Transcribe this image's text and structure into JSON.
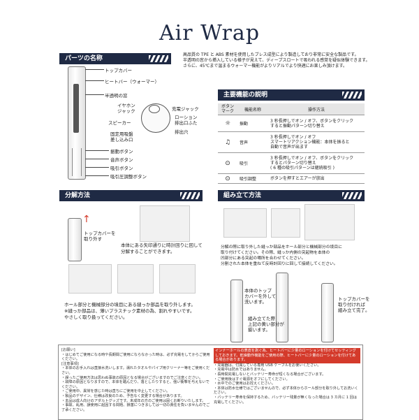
{
  "title": "Air Wrap",
  "intro": [
    "高品質の TPE と ABS 素材を使用したブレス成型により製造しており非常に安全な製品です。",
    "半透明の窓から挿入している様子が見えて、ディープスロートで吸われる感覚を疑似体験できます。",
    "さらに、45℃まで温まるウォーマー機能がよりリアルでより快適にお楽しみ頂けます。"
  ],
  "sections": {
    "parts": "パーツの名称",
    "functions": "主要機能の説明",
    "disassembly": "分解方法",
    "assembly": "組み立て方法"
  },
  "parts_labels": {
    "top_cover": "トップカバー",
    "heater": "ヒートバー（ウォーマー）",
    "window": "半透明の窓",
    "earphone": "イヤホン\nジャック",
    "speaker": "スピーカー",
    "suction_cup": "固定用吸盤\n差し込み口",
    "vibration_button": "振動ボタン",
    "sound_button": "音声ボタン",
    "suction_button": "吸引ボタン",
    "suction_adjust": "吸引圧調整ボタン",
    "charge_jack": "充電ジャック",
    "lotion": "ローション\n排出口ふた",
    "exhaust": "排出穴"
  },
  "functions_table": {
    "headers": [
      "ボタン\nマーク",
      "機能名称",
      "操作方法"
    ],
    "rows": [
      {
        "icon": "☼",
        "name": "振動",
        "desc": "3 秒長押しでオン / オフ、ボタンをクリック\nすると振動パターン切り替え"
      },
      {
        "icon": "♫",
        "name": "音声",
        "desc": "3 秒長押しでオン / オフ\nスマートリアクション機能：本体を振ると\n自動で音声が出ます"
      },
      {
        "icon": "⊙",
        "name": "吸引",
        "desc": "3 秒長押しでオン / オフ、ボタンをクリック\nするとパターン切り替え\n( 6 種の吸引パターンは継続吸引 )"
      },
      {
        "icon": "⊙",
        "name": "吸引調整",
        "desc": "ボタンを押すとエアーが放出"
      }
    ]
  },
  "disassembly": {
    "step1_label": "トップカバーを\n取り外す",
    "step1_text": "本体にある矢印通りに時計回りに回して\n分解することができます。",
    "step2_text": "ホール部分と機械部分の境目にある縫っか部品を取り外します。\n※縫っか部品は、薄いプラスチック素材の為、割れやすいです。\nやさしく取り扱ってください。"
  },
  "assembly": {
    "step1_text": "分解の際に取り外した縫っか部品をホール部分と機械部分の境目に\n取り付けてください。その際、縫っか内側の突起物を本体の\n凹部分にある突起の場所を合わせてください。\n分割された本体を重ねて反時計回りに回して接続してください。",
    "step2_label": "本体のトップ\nカバーを外して\n洗います。",
    "step3_label": "組み立てた際\n上記の黄い部分が\n揃います。",
    "step4_label": "トップカバーを\n取り付ければ\n組み立て完了。"
  },
  "notes": {
    "heading": "[お願い]",
    "line1": "・はじめてご使用になる時や長期間ご使用にならなかった時は、必ず充電をしてからご使用ください。",
    "caution_heading": "[注意事項]",
    "left": [
      "・本体のお手入れは直接水洗いします。濡れたタオルやパイプ用クリーナー等をご使用ください。",
      "・誤ったご使用方法は思わぬ事故の原因となる場合がございますのでご注意ください。",
      "・故障の原因となりますので、本体を踏んだり、落としたりすると、強い衝撃を与えないでください。",
      "・ご使用中、異常を感じた時は直ちにご使用を中止してください。",
      "・製品のデザイン、仕様は改良のため、予告なく変更する場合があります。",
      "・本品は成人向けのアダルトグッズです。未成年の方のご使用は固くお断りいたします。",
      "・事故、乱用、誤使用に起因する問題、損害につきましては一切の責任を負いませんのでご了承ください。"
    ],
    "warn": "インナーホールの表皮を剥ぐ為、ヒートバーに少量のローションを付けてセッティングしておきます。乾燥動作機能をご使用の際、ヒートバーに少量のローションを付けてある場合があります。",
    "right": [
      "・充電器は、付属している専用 USB ケーブルをお使いください。",
      "・充電中は防水ではありません。",
      "・長時間充電しないとバッテリー寿命が短くなる場合がございます。",
      "・ご使用後はすぐ電源をオフにしてください。",
      "・水中でのご使用はお控えください。",
      "・本体は防水仕様ではございませんので、必ず本体からホール部分を取り外してお洗いください。",
      "・バッテリー寿命を保持するため、バッテリー残量が無くなった場合は 3 カ月に 1 回は充電してください。"
    ]
  }
}
